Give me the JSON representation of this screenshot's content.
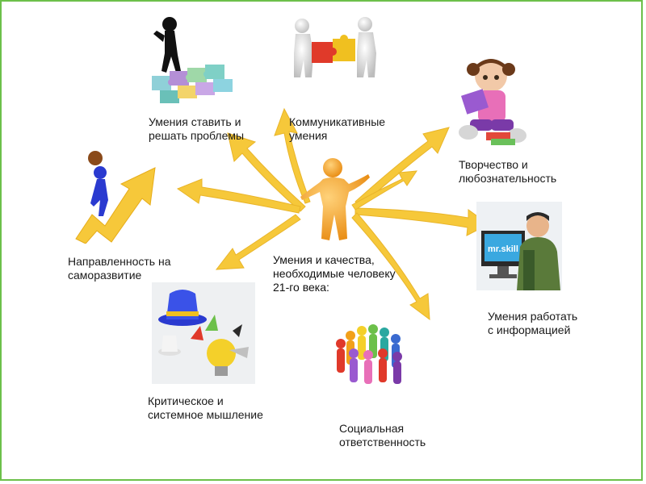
{
  "colors": {
    "frame": "#6cc04a",
    "arrow": "#f6c83a",
    "figure": "#f2a01a",
    "text": "#1a1a1a"
  },
  "center": {
    "label": "Умения и качества,\nнеобходимые человеку\n21-го века:",
    "icon": "orange-person-figure"
  },
  "items": [
    {
      "id": "problems",
      "label": "Умения ставить и\nрешать проблемы",
      "icon": "puzzle-thinker-icon"
    },
    {
      "id": "communication",
      "label": "Коммуникативные\n      умения",
      "icon": "puzzle-handshake-icon"
    },
    {
      "id": "creativity",
      "label": "Творчество и\nлюбознательность",
      "icon": "reading-girl-icon"
    },
    {
      "id": "information",
      "label": "Умения работать\nс информацией",
      "icon": "computer-user-icon"
    },
    {
      "id": "social",
      "label": "Социальная\nответственность",
      "icon": "people-circle-icon"
    },
    {
      "id": "critical",
      "label": "Критическое и\nсистемное мышление",
      "icon": "hat-lightbulb-icon"
    },
    {
      "id": "selfdev",
      "label": "Направленность на\nсаморазвитие",
      "icon": "climbing-arrow-icon"
    }
  ],
  "screen_brand": "mr.skill"
}
